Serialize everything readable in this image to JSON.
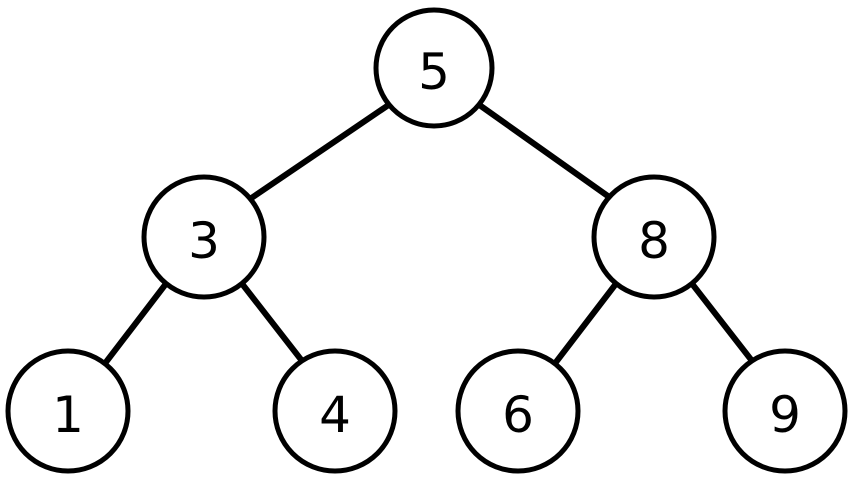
{
  "tree": {
    "nodes": [
      {
        "id": "n5",
        "label": "5"
      },
      {
        "id": "n3",
        "label": "3"
      },
      {
        "id": "n8",
        "label": "8"
      },
      {
        "id": "n1",
        "label": "1"
      },
      {
        "id": "n4",
        "label": "4"
      },
      {
        "id": "n6",
        "label": "6"
      },
      {
        "id": "n9",
        "label": "9"
      }
    ],
    "edges": [
      {
        "from": "n5",
        "to": "n3"
      },
      {
        "from": "n5",
        "to": "n8"
      },
      {
        "from": "n3",
        "to": "n1"
      },
      {
        "from": "n3",
        "to": "n4"
      },
      {
        "from": "n8",
        "to": "n6"
      },
      {
        "from": "n8",
        "to": "n9"
      }
    ]
  }
}
